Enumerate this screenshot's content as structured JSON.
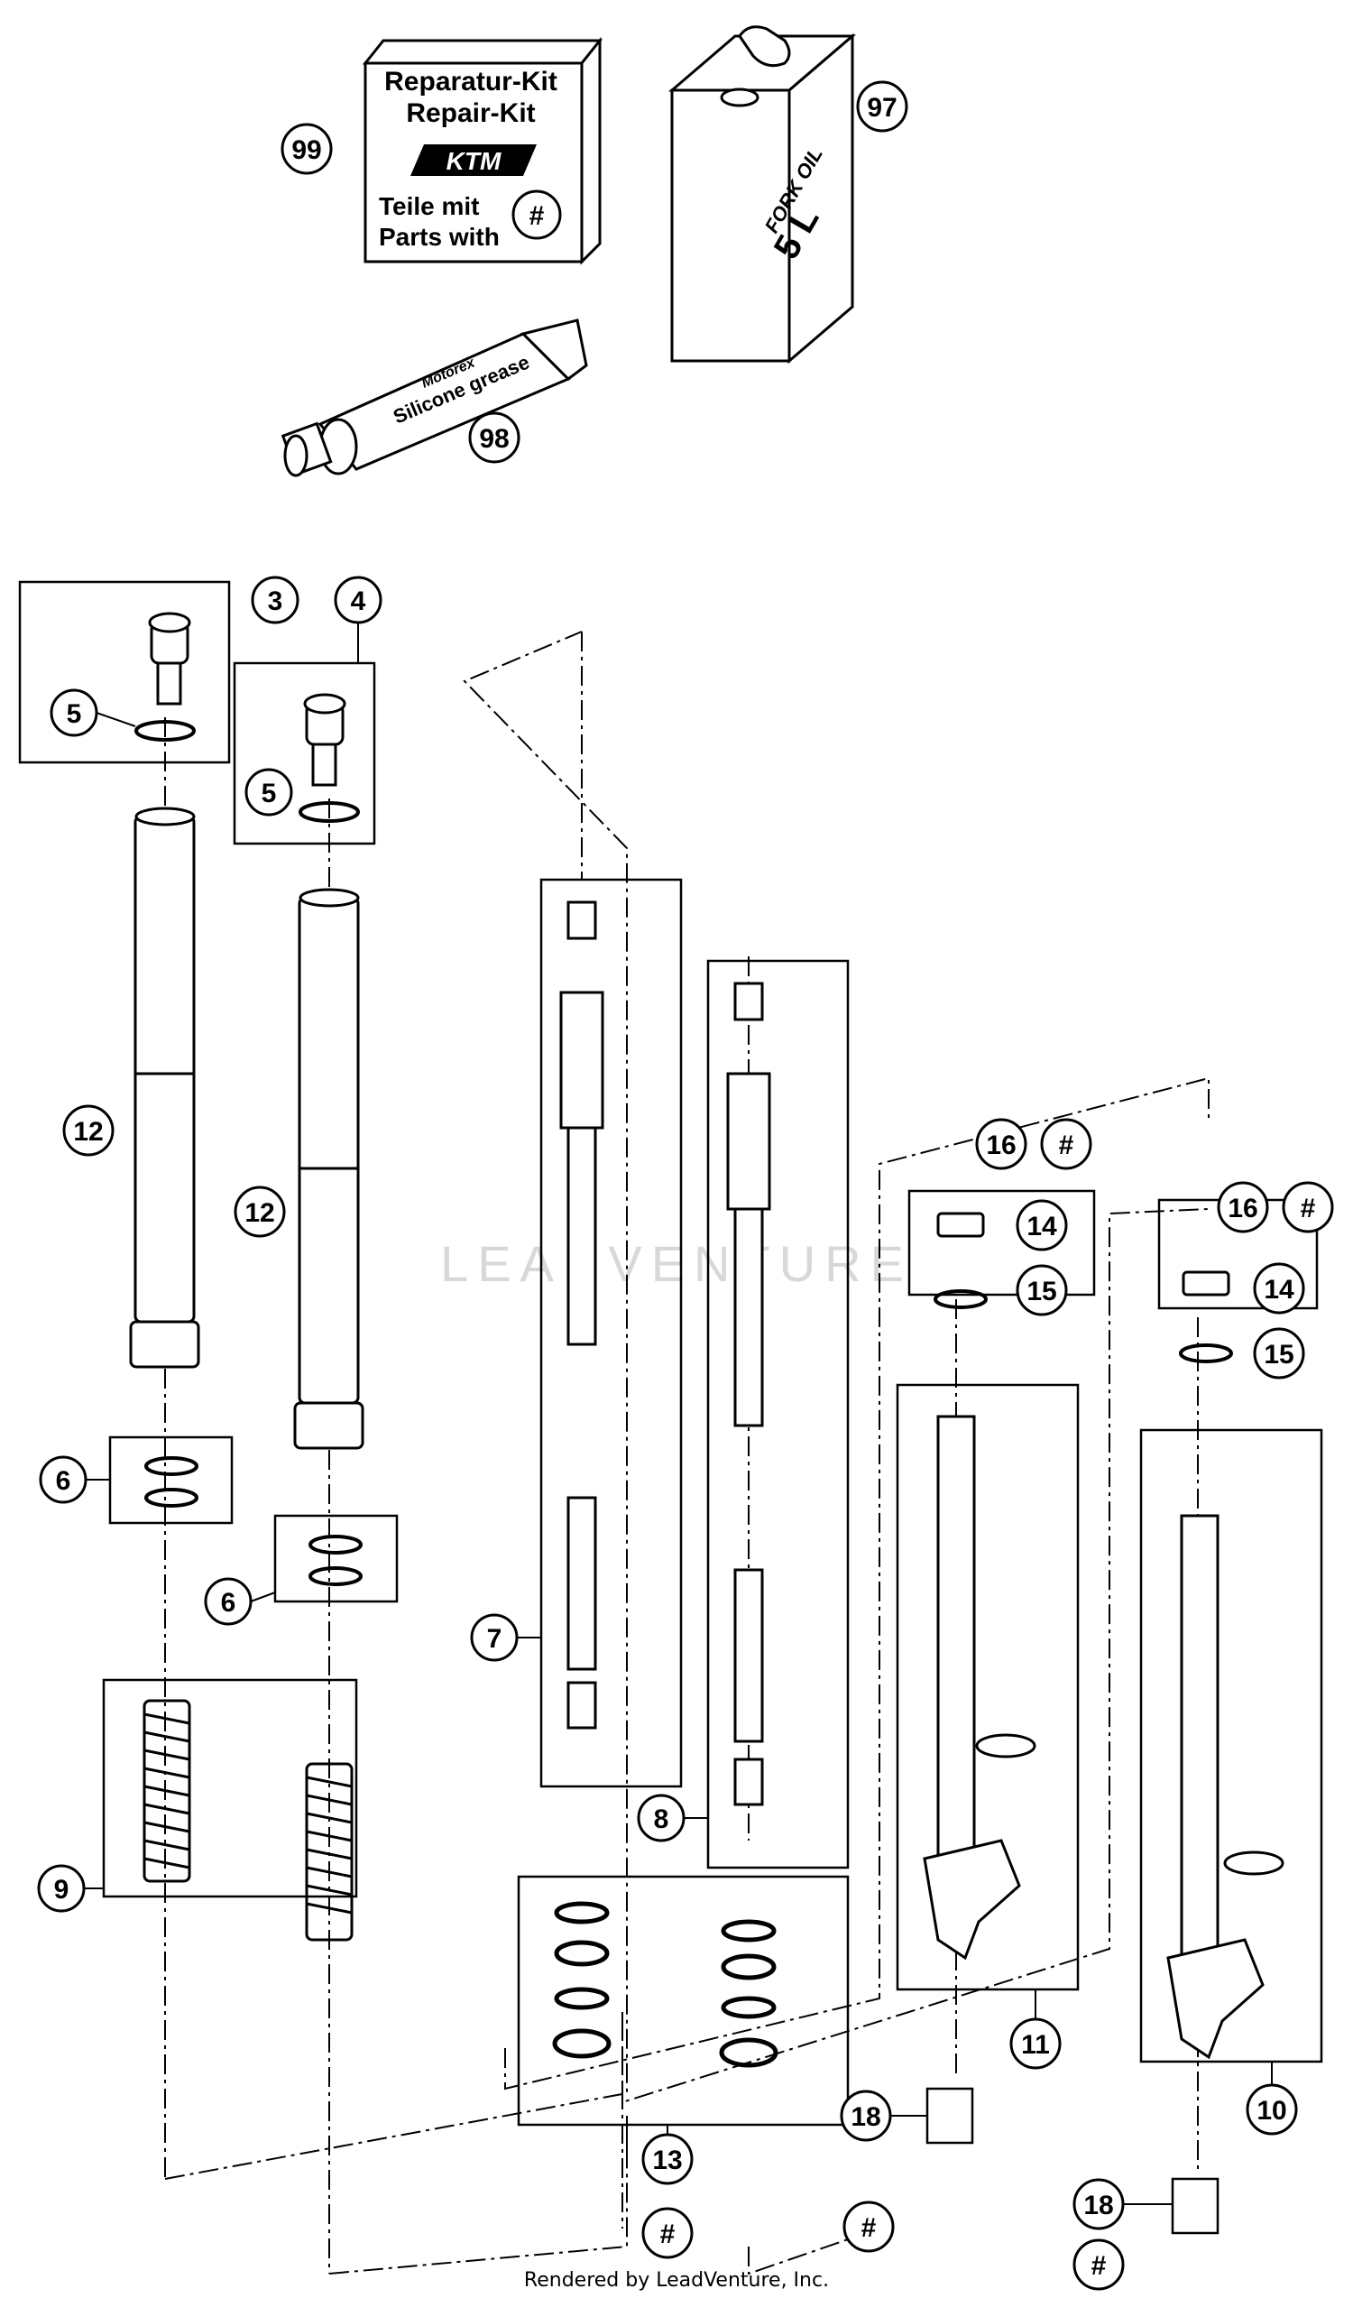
{
  "kit_box": {
    "line1": "Reparatur-Kit",
    "line2": "Repair-Kit",
    "logo": "KTM",
    "line3": "Teile mit",
    "line4": "Parts with",
    "symbol": "#"
  },
  "oil_can": {
    "brand": "FORK OIL",
    "volume": "5 L"
  },
  "grease_tube": {
    "label": "Silicone grease",
    "brand": "Motorex"
  },
  "watermark": "LEADVENTURE",
  "footer": "Rendered by LeadVenture, Inc.",
  "callouts": {
    "c99": "99",
    "c97": "97",
    "c98": "98",
    "c3": "3",
    "c4": "4",
    "c5a": "5",
    "c5b": "5",
    "c12a": "12",
    "c12b": "12",
    "c6a": "6",
    "c6b": "6",
    "c9": "9",
    "c7": "7",
    "c8": "8",
    "c13": "13",
    "c16a": "16",
    "c16b": "16",
    "c14a": "14",
    "c15a": "15",
    "c14b": "14",
    "c15b": "15",
    "c11": "11",
    "c10": "10",
    "c18a": "18",
    "c18b": "18",
    "h16a": "#",
    "h16b": "#",
    "h18": "#",
    "h13": "#",
    "h8": "#"
  }
}
